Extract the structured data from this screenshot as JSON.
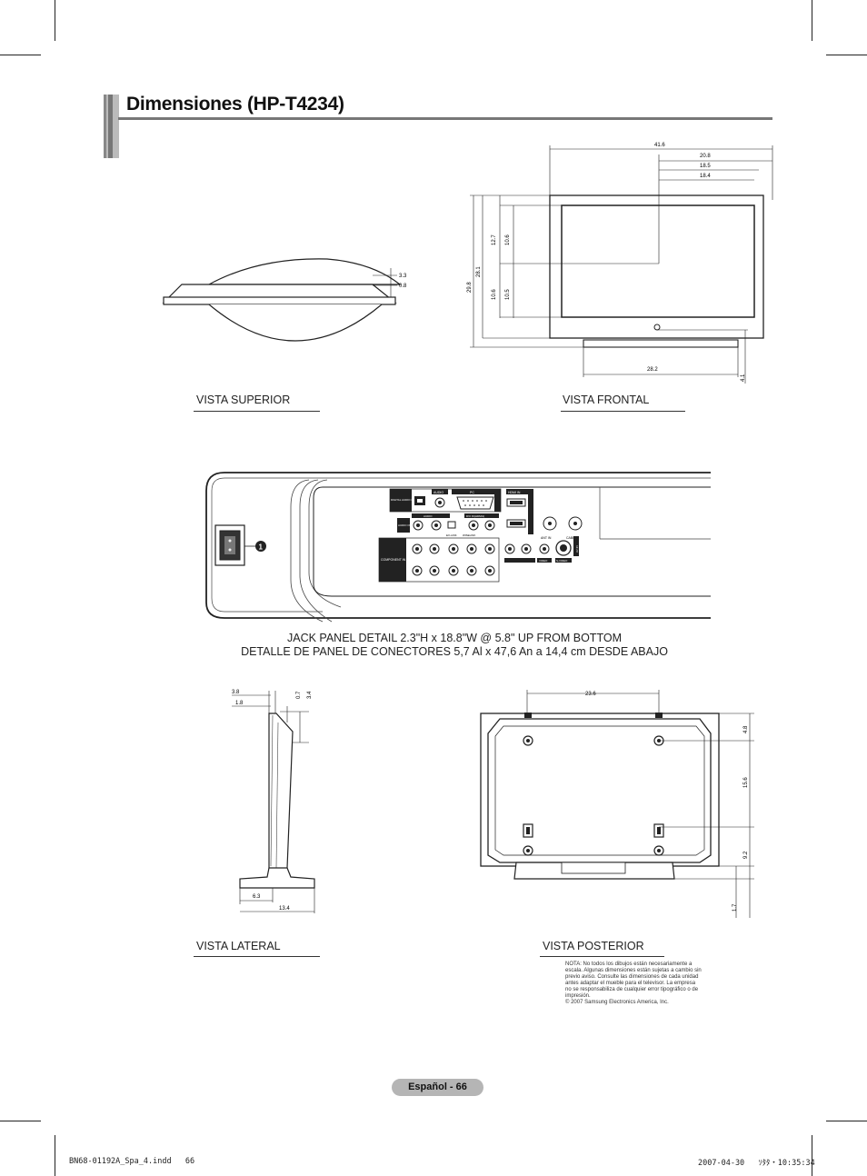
{
  "page": {
    "title": "Dimensiones (HP-T4234)",
    "page_number": "Español - 66",
    "footer_left": "BN68-01192A_Spa_4.indd   66",
    "footer_right": "2007-04-30   ｿﾀﾀ・10:35:34"
  },
  "views": {
    "top": "VISTA SUPERIOR",
    "front": "VISTA FRONTAL",
    "side": "VISTA LATERAL",
    "rear": "VISTA POSTERIOR"
  },
  "jack_panel": {
    "caption_en": "JACK PANEL DETAIL 2.3\"H x 18.8\"W @ 5.8\" UP FROM BOTTOM",
    "caption_es": "DETALLE DE PANEL DE CONECTORES 5,7 Al x 47,6 An a 14,4 cm DESDE ABAJO",
    "callout": "1",
    "labels": {
      "digital_audio": "DIGITAL AUDIO OUT (OPTICAL)",
      "audio": "AUDIO",
      "pc": "PC",
      "hdmi": "HDMI IN",
      "audio_out": "AUDIO OUT",
      "audio_rl": "AUDIO",
      "dvi": "DVI IN(HDMI1)",
      "ex_link": "EX-LINK",
      "wiselink": "WISELINK",
      "component": "COMPONENT IN",
      "ant_in": "ANT IN",
      "cable": "CABLE",
      "video": "VIDEO",
      "svideo": "S-VIDEO",
      "av_in": "AV IN"
    }
  },
  "dimensions": {
    "top": [
      "3.3",
      "0.8"
    ],
    "front": [
      "41.6",
      "20.8",
      "18.5",
      "18.4",
      "12.7",
      "10.6",
      "28.1",
      "29.8",
      "10.6",
      "10.5",
      "28.2",
      "4.1"
    ],
    "side": [
      "3.8",
      "1.8",
      "0.7",
      "3.4",
      "6.3",
      "13.4"
    ],
    "rear": [
      "23.6",
      "4.8",
      "15.6",
      "9.2",
      "1.7"
    ]
  },
  "note": "NOTA: No todos los dibujos están necesariamente a escala. Algunas dimensiones están sujetas a cambio sin previo aviso. Consulte las dimensiones de cada unidad antes adaptar el mueble para el televisor. La empresa no se responsabiliza de cualquier error tipográfico o de impresión.\n© 2007 Samsung Electronics America, Inc."
}
